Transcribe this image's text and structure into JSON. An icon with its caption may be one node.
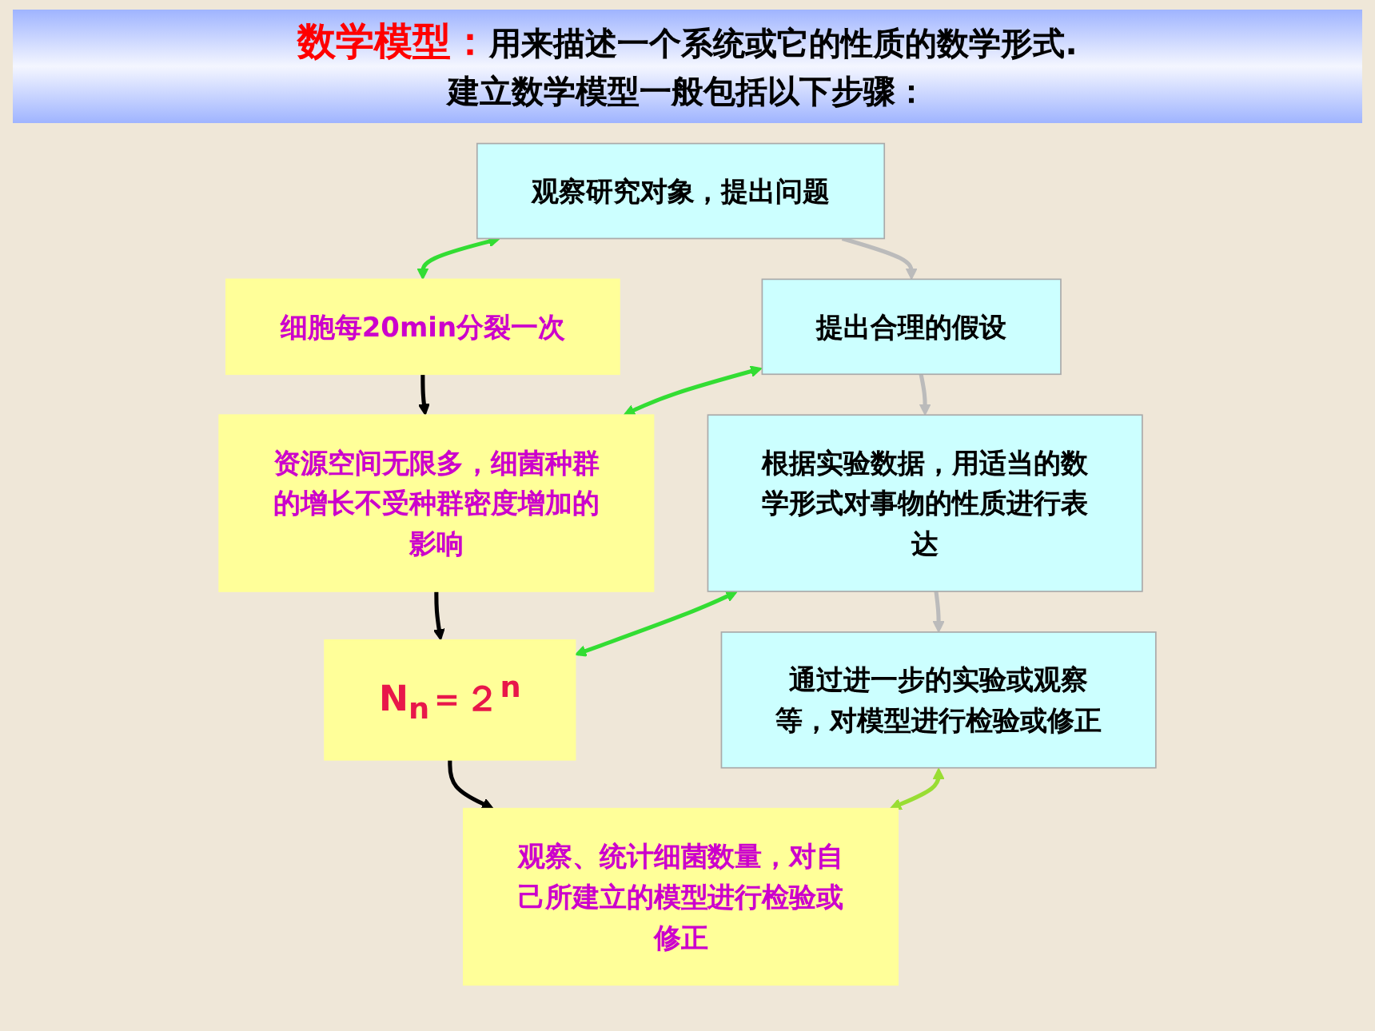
{
  "diagram": {
    "title": "**数学模型：**用来描述一个系统或它的性质的数学形式.",
    "nodes": [
      {
        "text": [
          "观察研究对象，提出问题"
        ]
      },
      {
        "text": [
          "细胞每20min分裂一次"
        ]
      },
      {
        "text": [
          "提出合理的假设"
        ]
      },
      {
        "text": [
          "资源空间无限多，细菌种群的增长不受种群密度增加的影响"
        ]
      },
      {
        "text": [
          "根据实验数据，用适当的数学形式对事物的性质进行表达"
        ]
      },
      {
        "text": [
          "N$_{n}$＝２$^{n}$"
        ]
      },
      {
        "text": [
          "通过进一步的实验或观察等，对模型进行检验或修正"
        ]
      },
      {
        "text": [
          "观察、统计细菌数量，对自己所建立的模型进行检验或修正"
        ]
      }
    ],
    "edges": [
      {
        "from": 0,
        "to": 1,
        "arrow": "both",
        "color": "#33dd33"
      },
      {
        "from": 0,
        "to": 2,
        "arrow": "to",
        "color": "#bbbbbb"
      },
      {
        "from": 1,
        "to": 3,
        "arrow": "to",
        "color": "#000000"
      },
      {
        "from": 2,
        "to": 3,
        "arrow": "both",
        "color": "#33dd33"
      },
      {
        "from": 2,
        "to": 4,
        "arrow": "to",
        "color": "#bbbbbb"
      },
      {
        "from": 3,
        "to": 5,
        "arrow": "to",
        "color": "#000000"
      },
      {
        "from": 4,
        "to": 5,
        "arrow": "both",
        "color": "#33dd33"
      },
      {
        "from": 4,
        "to": 6,
        "arrow": "to",
        "color": "#bbbbbb"
      },
      {
        "from": 5,
        "to": 7,
        "arrow": "to",
        "color": "#000000"
      },
      {
        "from": 6,
        "to": 7,
        "arrow": "both",
        "color": "#99dd33"
      }
    ],
    "labels": [
      "建立数学模型一般包括以下步骤："
    ]
  }
}
